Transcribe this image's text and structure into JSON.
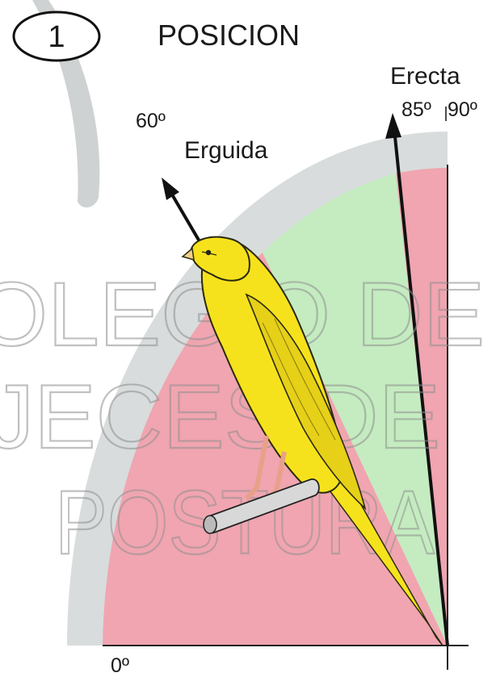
{
  "header": {
    "number": "1",
    "title": "POSICION"
  },
  "labels": {
    "erecta": "Erecta",
    "deg_85": "85º",
    "deg_90": "90º",
    "deg_60": "60º",
    "erguida": "Erguida",
    "deg_0": "0º"
  },
  "watermark": {
    "line1": "OLEGIO DE",
    "line2": "JECES DE",
    "line3": "POSTURA"
  },
  "colors": {
    "outer_band": "#d8dcdc",
    "red_zone": "#f0a5b0",
    "green_zone": "#c4ecc0",
    "bird_body": "#f6e21c",
    "bird_outline": "#2a2a10",
    "arrow": "#111111"
  }
}
